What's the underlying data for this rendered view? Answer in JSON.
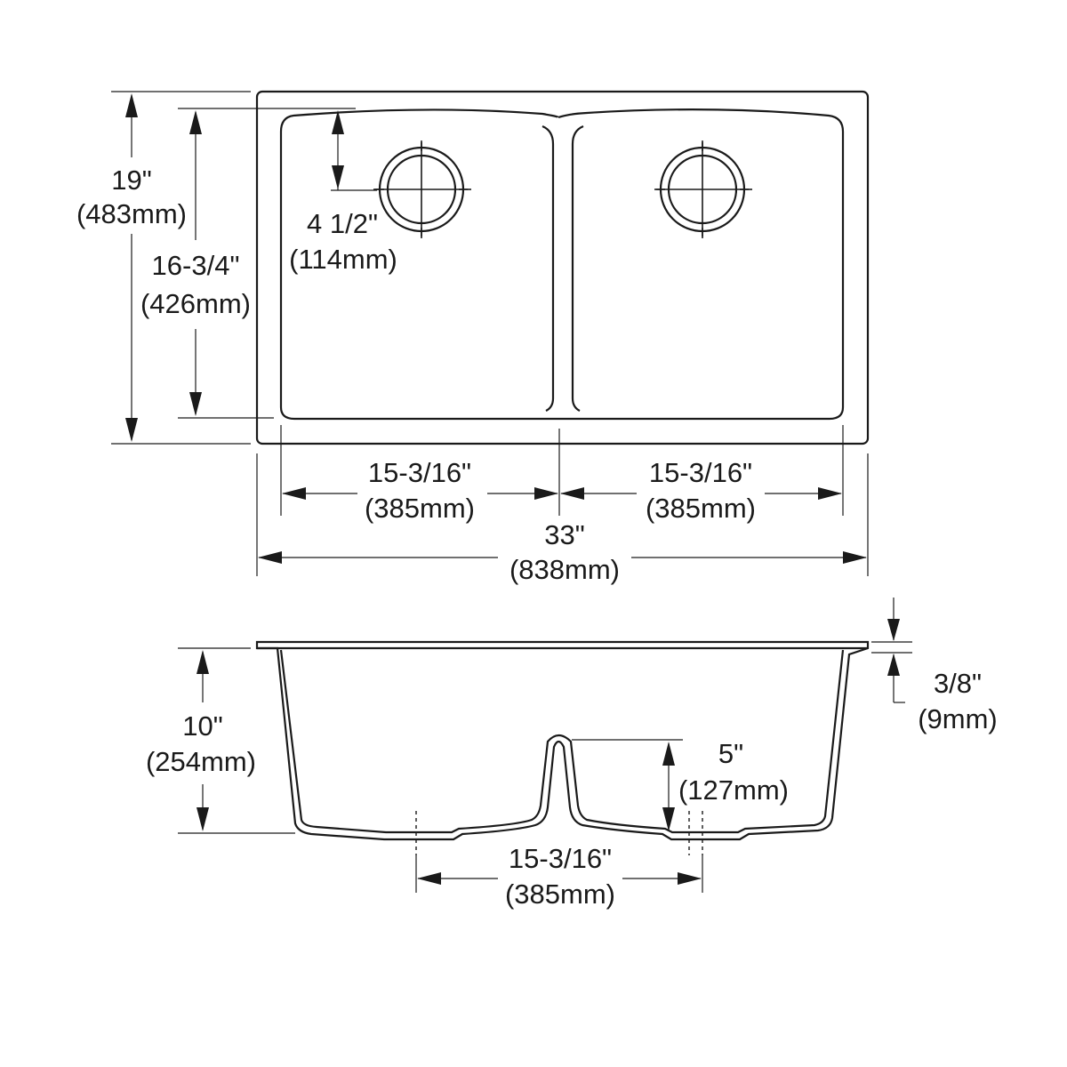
{
  "top_view": {
    "overall_depth": {
      "inch": "19\"",
      "mm": "(483mm)"
    },
    "bowl_depth": {
      "inch": "16-3/4\"",
      "mm": "(426mm)"
    },
    "drain_offset": {
      "inch": "4 1/2\"",
      "mm": "(114mm)"
    },
    "left_bowl_width": {
      "inch": "15-3/16\"",
      "mm": "(385mm)"
    },
    "right_bowl_width": {
      "inch": "15-3/16\"",
      "mm": "(385mm)"
    },
    "overall_width": {
      "inch": "33\"",
      "mm": "(838mm)"
    }
  },
  "side_view": {
    "overall_height": {
      "inch": "10\"",
      "mm": "(254mm)"
    },
    "divider_height": {
      "inch": "5\"",
      "mm": "(127mm)"
    },
    "flange_thickness": {
      "inch": "3/8\"",
      "mm": "(9mm)"
    },
    "drain_spacing": {
      "inch": "15-3/16\"",
      "mm": "(385mm)"
    }
  }
}
